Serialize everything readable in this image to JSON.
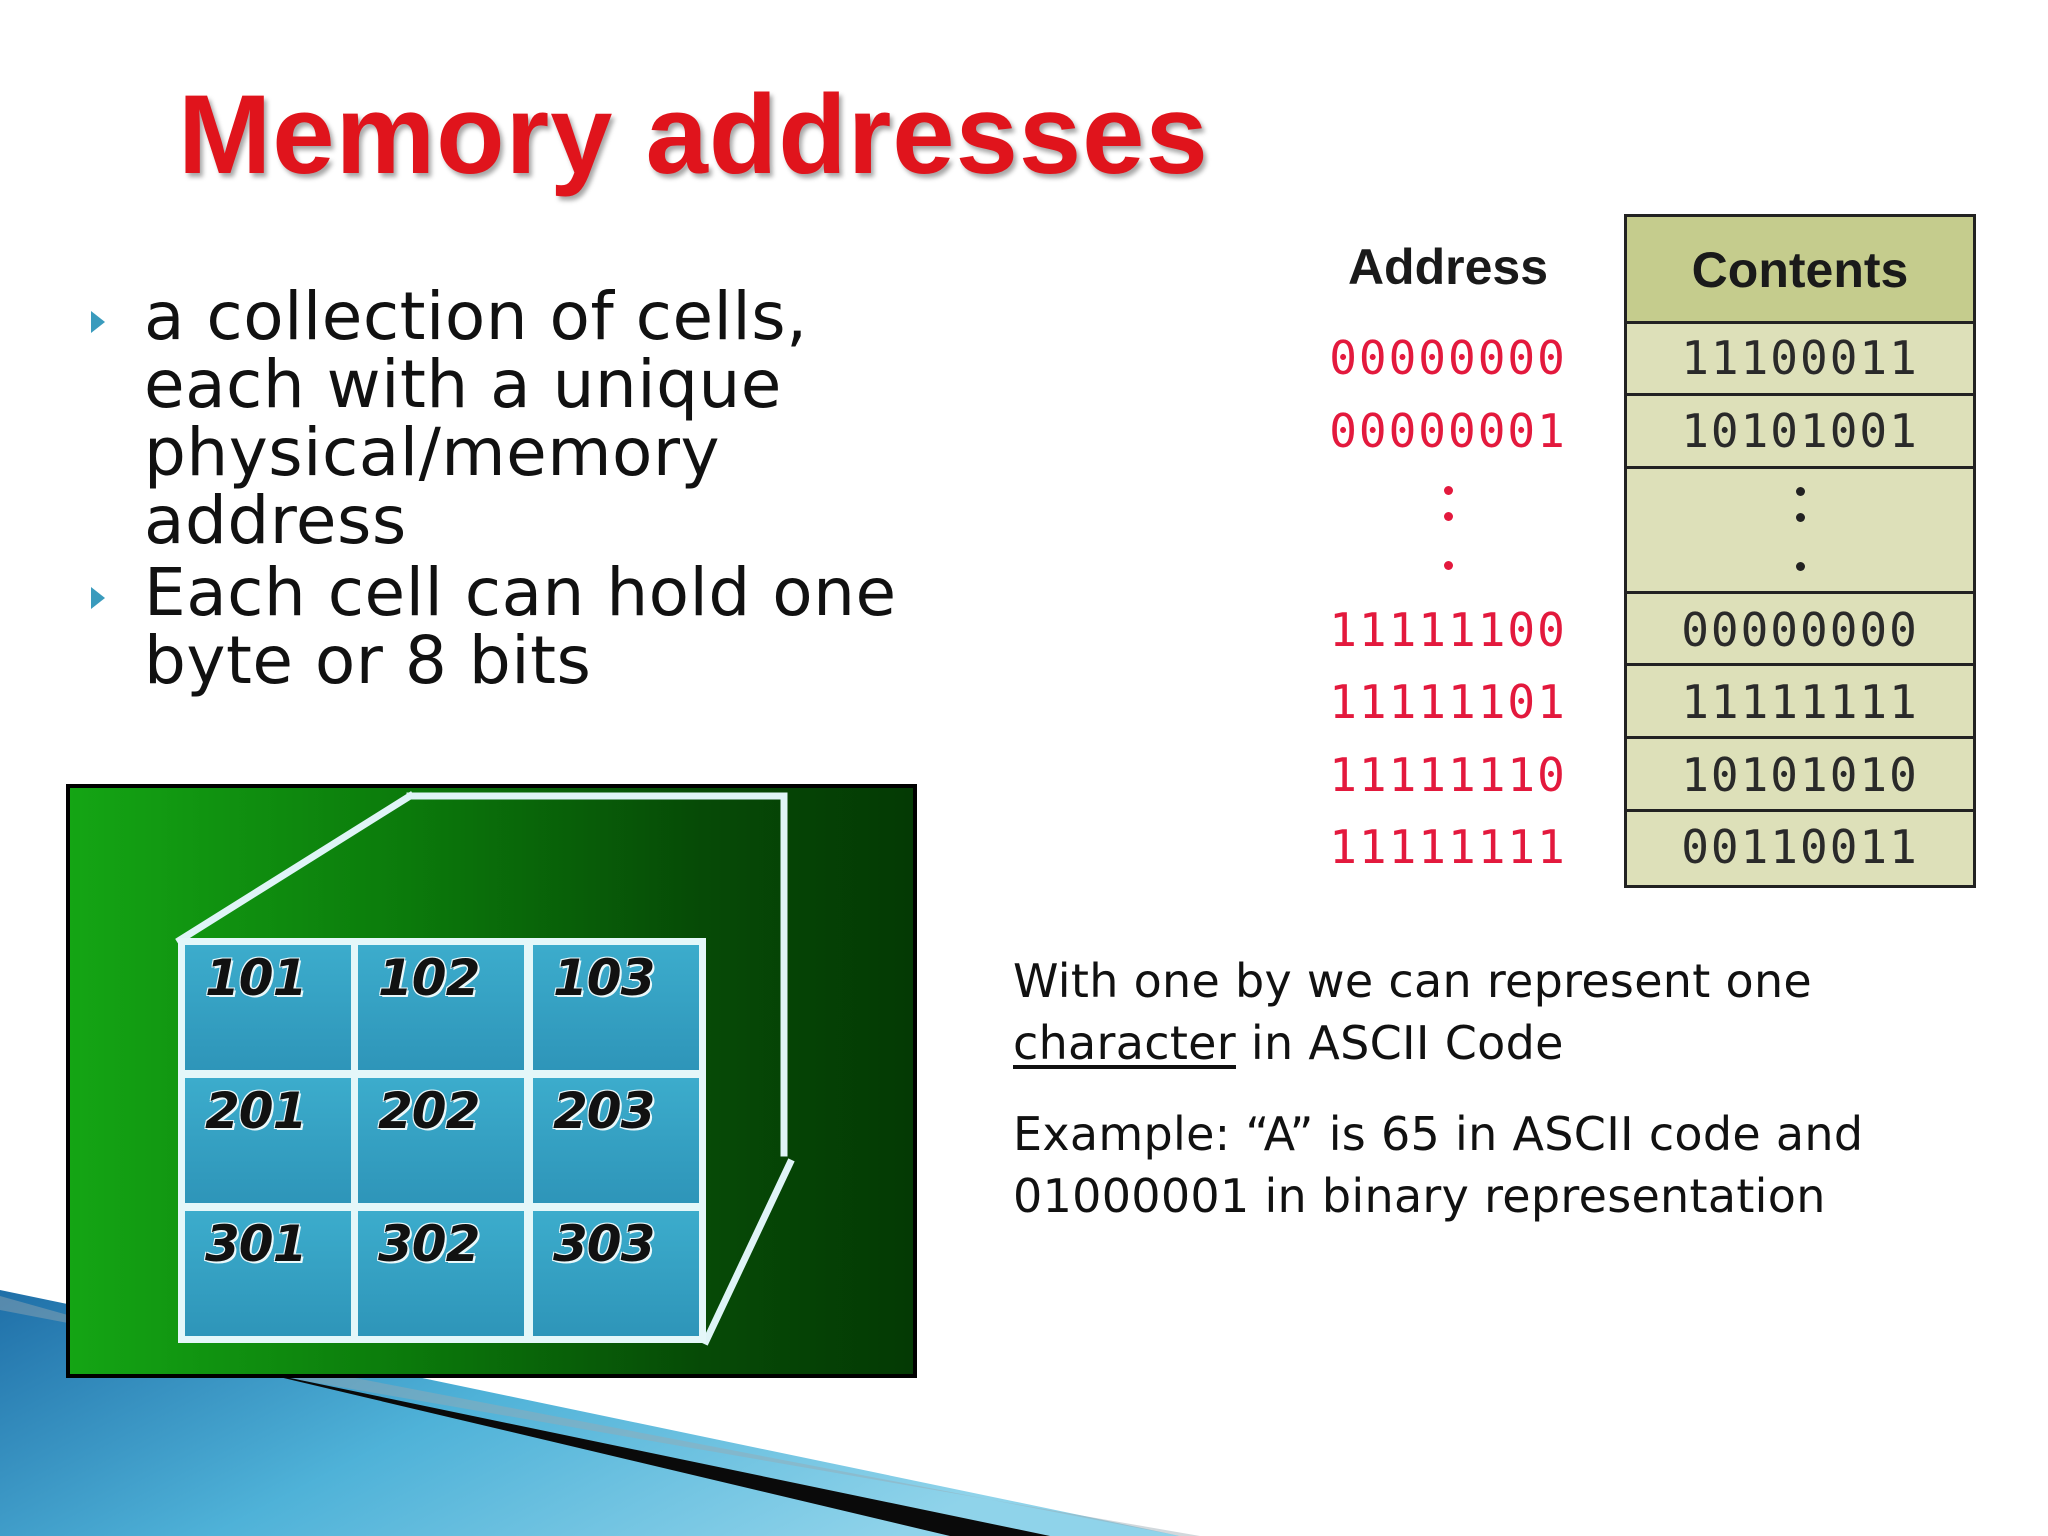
{
  "slide": {
    "title": "Memory addresses",
    "bullets": [
      "a collection of cells, each with a unique physical/memory address",
      "Each cell can hold one byte or 8 bits"
    ],
    "memory_table": {
      "address_header": "Address",
      "contents_header": "Contents",
      "top_rows": [
        {
          "address": "00000000",
          "contents": "11100011"
        },
        {
          "address": "00000001",
          "contents": "10101001"
        }
      ],
      "bottom_rows": [
        {
          "address": "11111100",
          "contents": "00000000"
        },
        {
          "address": "11111101",
          "contents": "11111111"
        },
        {
          "address": "11111110",
          "contents": "10101010"
        },
        {
          "address": "11111111",
          "contents": "00110011"
        }
      ]
    },
    "cell_grid": {
      "rows": [
        [
          "101",
          "102",
          "103"
        ],
        [
          "201",
          "202",
          "203"
        ],
        [
          "301",
          "302",
          "303"
        ]
      ]
    },
    "paragraph1": {
      "before": "With one by we can represent one",
      "underlined": "character",
      "after": " in ASCII Code"
    },
    "paragraph2": {
      "line1": "Example: “A” is 65 in ASCII code and",
      "line2": "01000001 in binary representation"
    },
    "colors": {
      "title": "#e0141c",
      "address": "#e3193d",
      "contents_bg": "#dde0b9",
      "contents_header_bg": "#c5cc8d",
      "bullet_arrow": "#3a9bbd",
      "cell_blue": "#3caccc"
    }
  }
}
